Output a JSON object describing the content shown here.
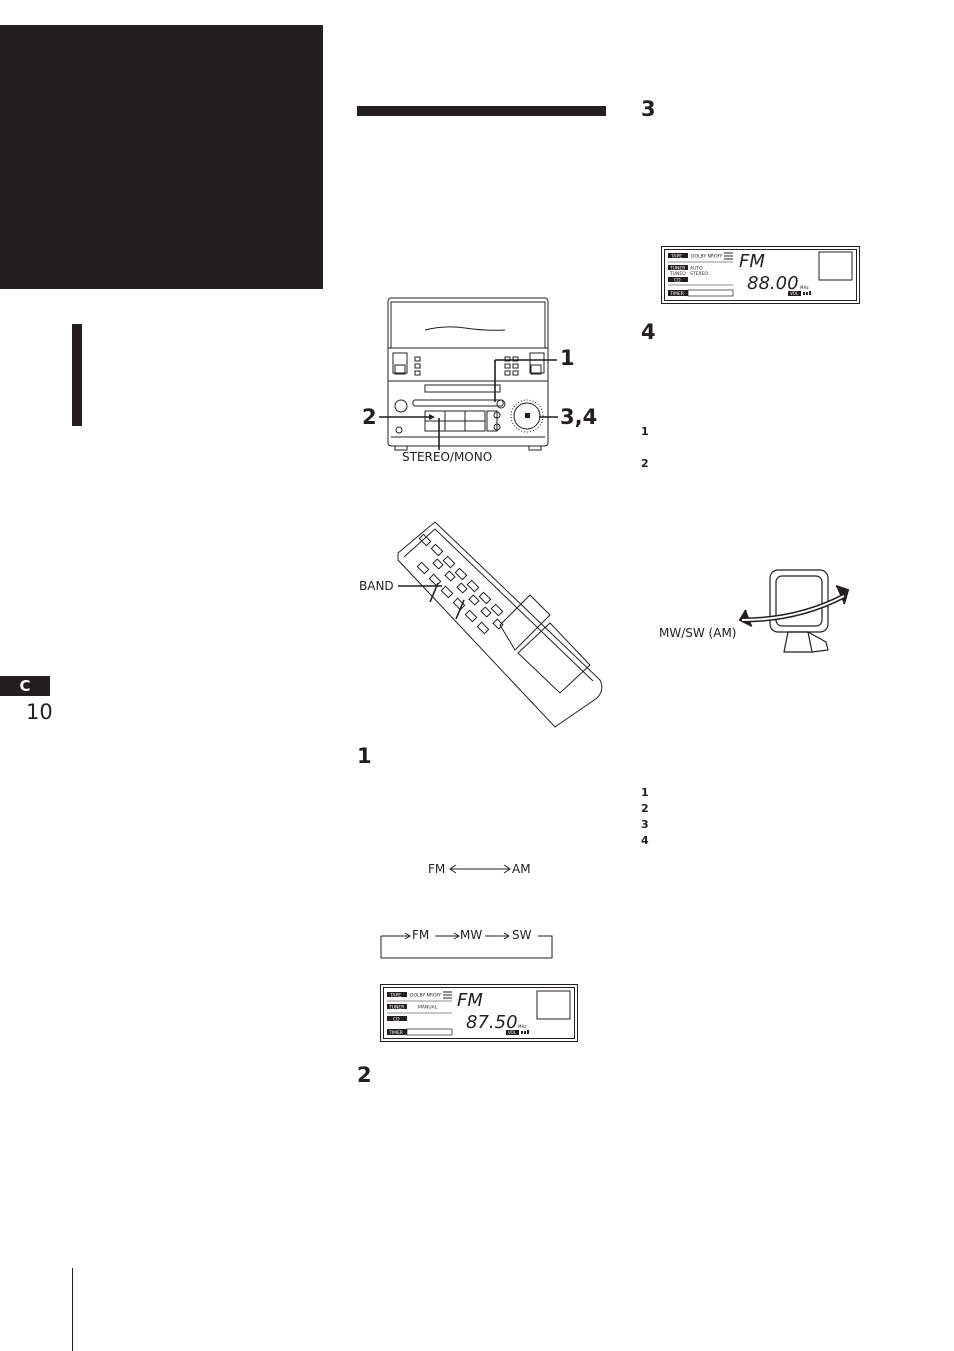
{
  "page": {
    "section_tab": "C",
    "page_number": "10"
  },
  "steps_left": {
    "step1": "1",
    "step2": "2"
  },
  "steps_right": {
    "step3": "3",
    "step4": "4",
    "sub1": "1",
    "sub2": "2",
    "notes": [
      "1",
      "2",
      "3",
      "4"
    ]
  },
  "unit_figure": {
    "callout_1": "1",
    "callout_2": "2",
    "callout_34": "3,4",
    "label_stereo_mono": "STEREO/MONO"
  },
  "remote_figure": {
    "label_band": "BAND"
  },
  "band_cycle_2": {
    "left": "FM",
    "right": "AM"
  },
  "band_cycle_3": {
    "b1": "FM",
    "b2": "MW",
    "b3": "SW"
  },
  "display_top": {
    "row1_tape": "TAPE",
    "row1_dolby": "DOLBY NR",
    "row1_off": "OFF",
    "row2_tuner": "TUNER",
    "row2_mode": "AUTO",
    "row2_tuned": "TUNED",
    "row2_stereo": "STEREO",
    "row3_cd": "CD",
    "row4_timer": "TIMER",
    "band": "FM",
    "freq": "88.00",
    "unit": "MHz",
    "vol": "VOL"
  },
  "display_bottom": {
    "row1_tape": "TAPE",
    "row1_dolby": "DOLBY NR",
    "row1_off": "OFF",
    "row2_tuner": "TUNER",
    "row2_mode": "MANUAL",
    "row3_cd": "CD",
    "row4_timer": "TIMER",
    "band": "FM",
    "freq": "87.50",
    "unit": "MHz",
    "vol": "VOL"
  },
  "antenna_figure": {
    "label": "MW/SW (AM)"
  },
  "colors": {
    "ink": "#231f20",
    "paper": "#ffffff"
  }
}
